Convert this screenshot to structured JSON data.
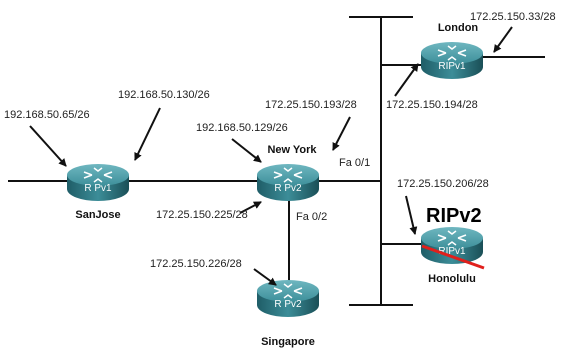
{
  "routers": {
    "sanjose": {
      "name": "SanJose",
      "protocol": "R Pv1"
    },
    "newyork": {
      "name": "New York",
      "protocol": "R Pv2"
    },
    "london": {
      "name": "London",
      "protocol": "RIPv1"
    },
    "honolulu": {
      "name": "Honolulu",
      "protocol": "RIPv1",
      "override": "RIPv2"
    },
    "singapore": {
      "name": "Singapore",
      "protocol": "R Pv2"
    }
  },
  "interfaces": {
    "fa01": "Fa 0/1",
    "fa02": "Fa 0/2"
  },
  "addresses": {
    "sanjose_lan": "192.168.50.65/26",
    "sanjose_wan": "192.168.50.130/26",
    "newyork_wan": "192.168.50.129/26",
    "newyork_fa01": "172.25.150.193/28",
    "newyork_fa02": "172.25.150.225/28",
    "london_lan": "172.25.150.33/28",
    "london_eth": "172.25.150.194/28",
    "honolulu_eth": "172.25.150.206/28",
    "singapore_eth": "172.25.150.226/28"
  },
  "colors": {
    "router_top": "#3d8f9a",
    "router_side": "#1f5d67",
    "line": "#111111",
    "strike": "#e0201c"
  }
}
